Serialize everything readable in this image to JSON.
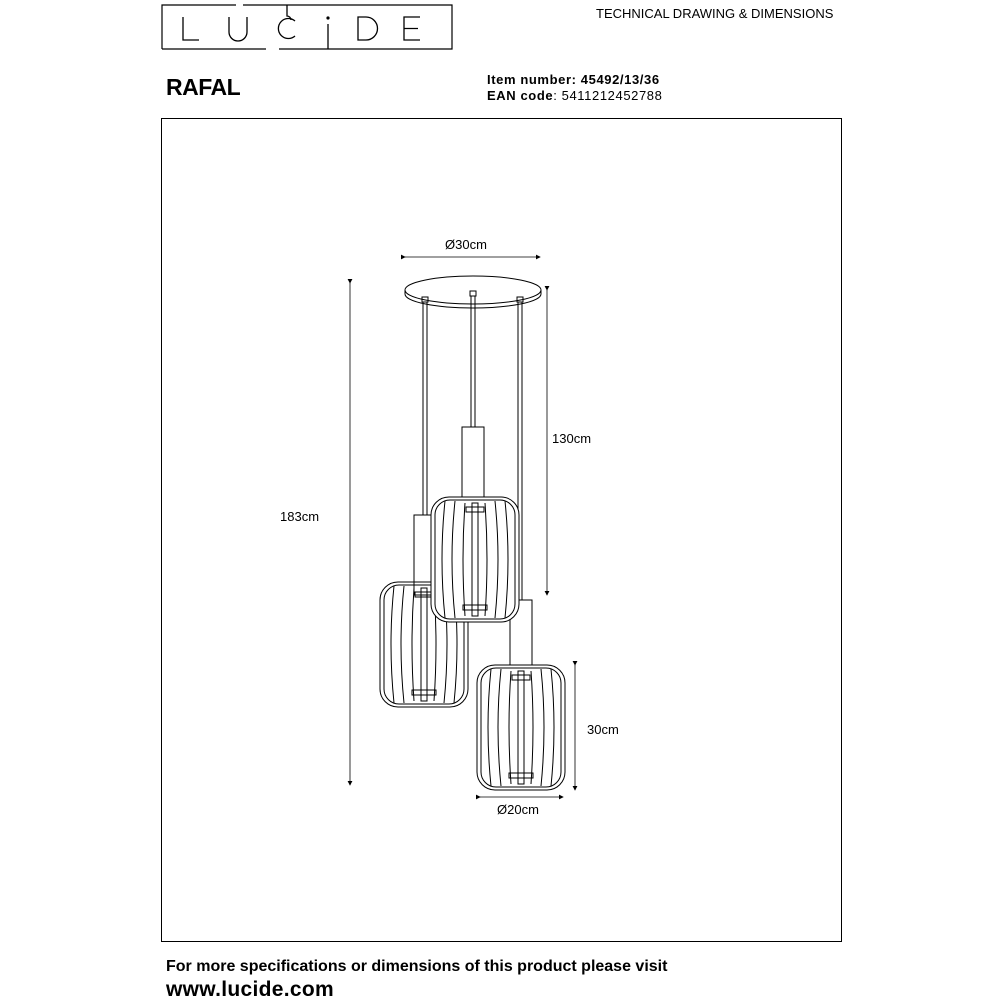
{
  "header": {
    "logo_text": "LUCIDE",
    "doc_type": "TECHNICAL DRAWING & DIMENSIONS"
  },
  "product": {
    "name": "RAFAL",
    "item_label": "Item number",
    "item_number": "45492/13/36",
    "ean_label": "EAN code",
    "ean_code": "5411212452788"
  },
  "dimensions": {
    "canopy_diameter": "Ø30cm",
    "total_height": "183cm",
    "cable_length": "130cm",
    "shade_height": "30cm",
    "shade_diameter": "Ø20cm"
  },
  "footer": {
    "line1": "For more specifications or dimensions of this product please visit",
    "website": "www.lucide.com"
  }
}
